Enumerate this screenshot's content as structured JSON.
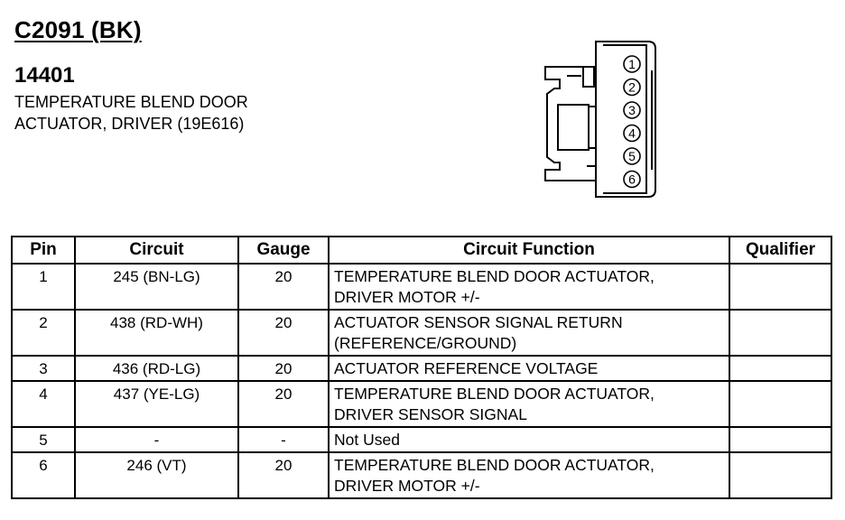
{
  "header": {
    "connector_id": "C2091 (BK)",
    "part_number": "14401",
    "description_line1": "TEMPERATURE BLEND DOOR",
    "description_line2": "ACTUATOR, DRIVER (19E616)"
  },
  "connector": {
    "pin_labels": [
      "1",
      "2",
      "3",
      "4",
      "5",
      "6"
    ]
  },
  "table": {
    "headers": {
      "pin": "Pin",
      "circuit": "Circuit",
      "gauge": "Gauge",
      "function": "Circuit Function",
      "qualifier": "Qualifier"
    },
    "rows": [
      {
        "pin": "1",
        "circuit": "245 (BN-LG)",
        "gauge": "20",
        "function_line1": "TEMPERATURE BLEND DOOR ACTUATOR,",
        "function_line2": "DRIVER MOTOR +/-",
        "qualifier": ""
      },
      {
        "pin": "2",
        "circuit": "438 (RD-WH)",
        "gauge": "20",
        "function_line1": "ACTUATOR SENSOR SIGNAL RETURN",
        "function_line2": "(REFERENCE/GROUND)",
        "qualifier": ""
      },
      {
        "pin": "3",
        "circuit": "436 (RD-LG)",
        "gauge": "20",
        "function_line1": "ACTUATOR REFERENCE VOLTAGE",
        "function_line2": "",
        "qualifier": ""
      },
      {
        "pin": "4",
        "circuit": "437 (YE-LG)",
        "gauge": "20",
        "function_line1": "TEMPERATURE BLEND DOOR ACTUATOR,",
        "function_line2": "DRIVER SENSOR SIGNAL",
        "qualifier": ""
      },
      {
        "pin": "5",
        "circuit": "-",
        "gauge": "-",
        "function_line1": "Not Used",
        "function_line2": "",
        "qualifier": ""
      },
      {
        "pin": "6",
        "circuit": "246 (VT)",
        "gauge": "20",
        "function_line1": "TEMPERATURE BLEND DOOR ACTUATOR,",
        "function_line2": "DRIVER MOTOR +/-",
        "qualifier": ""
      }
    ]
  }
}
